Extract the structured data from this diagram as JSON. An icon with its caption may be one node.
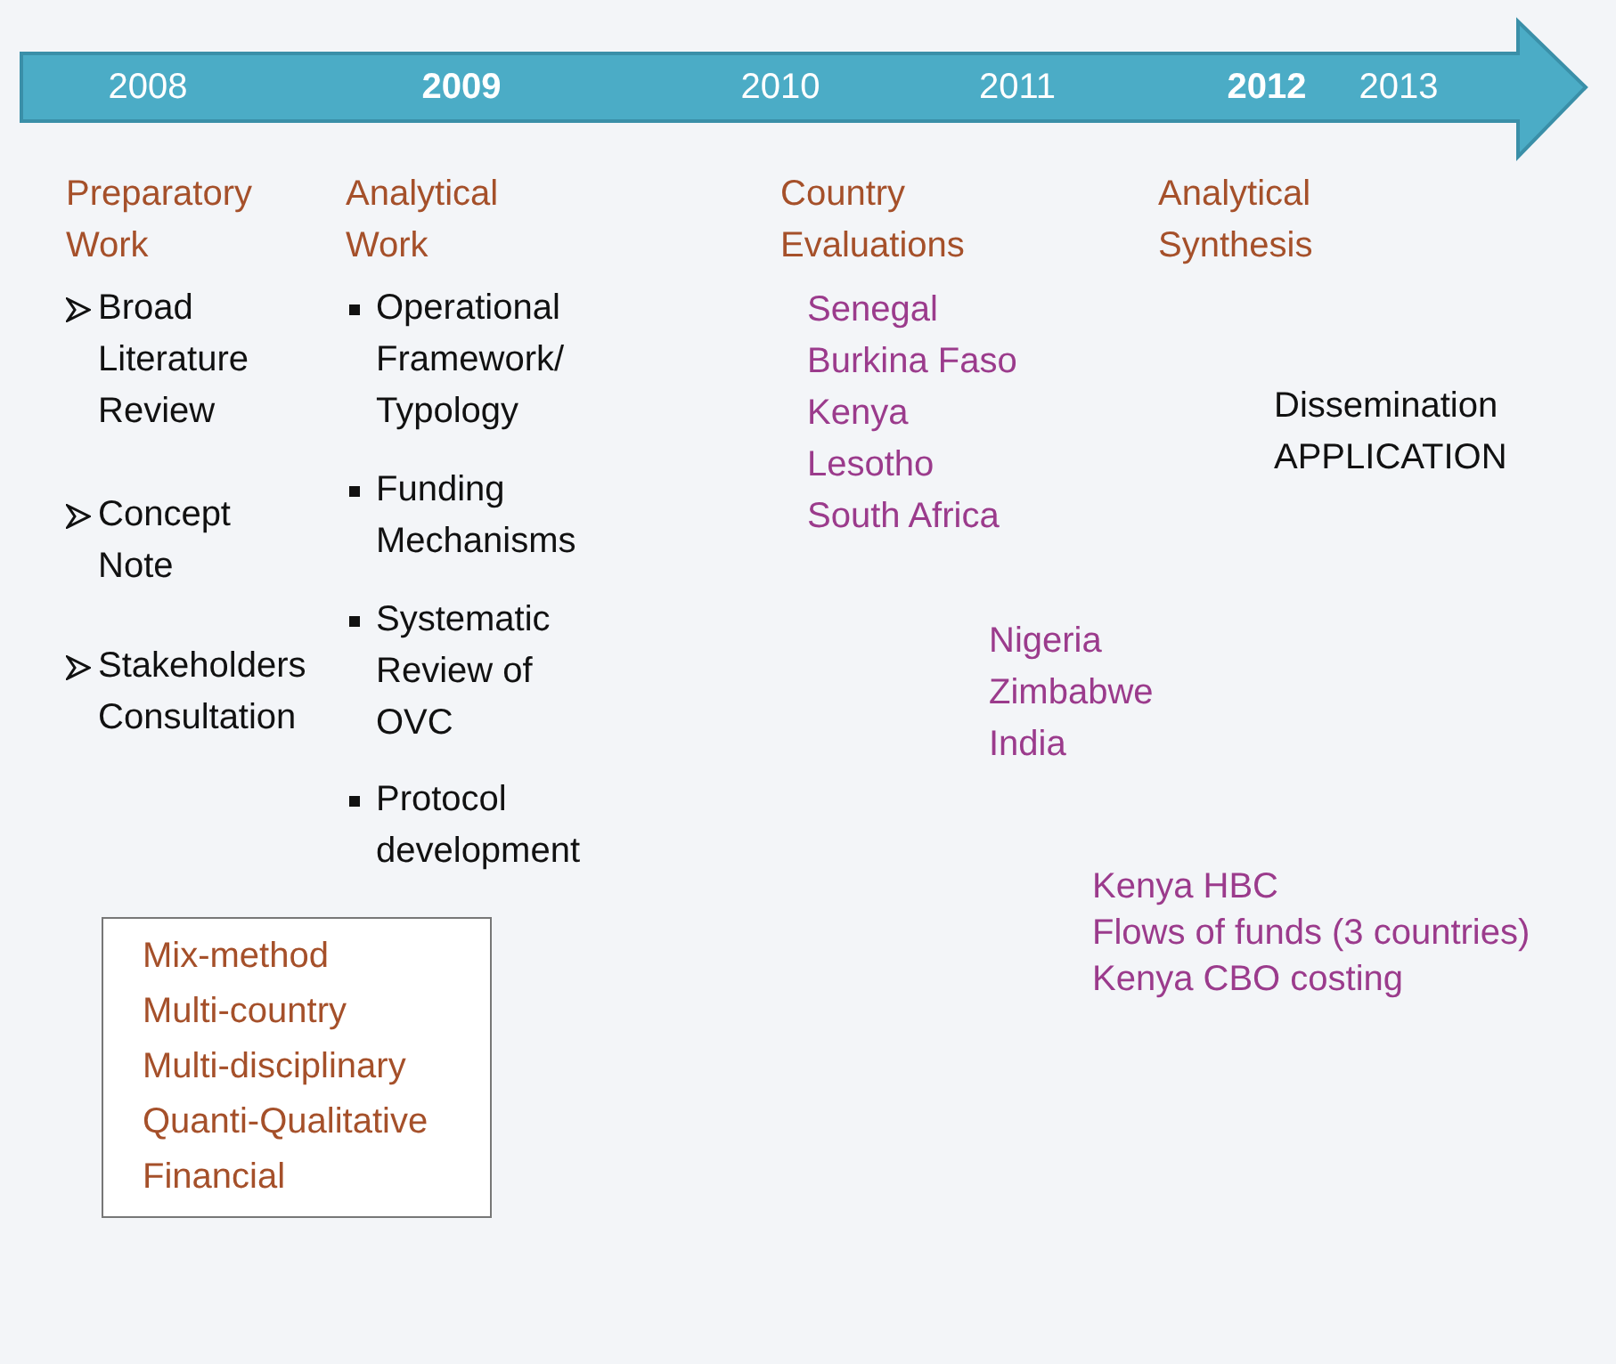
{
  "diagram": {
    "nodes": [
      {
        "text": [
          "2008",
          "2009",
          "2010",
          "2011",
          "2012",
          "2013"
        ]
      },
      {
        "text": [
          "Mix-method",
          "Multi-country",
          "Multi-disciplinary",
          "Quanti-Qualitative",
          "Financial"
        ]
      }
    ],
    "edges": [],
    "labels": [
      "Preparatory Work",
      "Broad Literature Review",
      "Concept Note",
      "Stakeholders Consultation",
      "Analytical Work",
      "Operational Framework/ Typology",
      "Funding Mechanisms",
      "Systematic Review of OVC",
      "Protocol development",
      "Country Evaluations",
      "Senegal",
      "Burkina Faso",
      "Kenya",
      "Lesotho",
      "South Africa",
      "Analytical Synthesis",
      "Dissemination APPLICATION",
      "Nigeria",
      "Zimbabwe",
      "India",
      "Kenya HBC",
      "Flows of funds (3 countries)",
      "Kenya CBO costing"
    ]
  }
}
